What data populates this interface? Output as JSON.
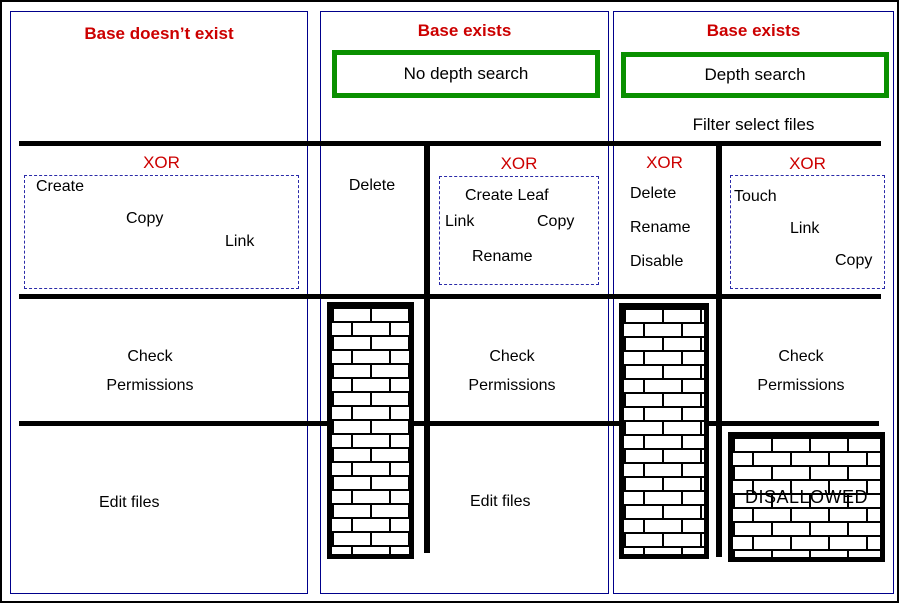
{
  "colors": {
    "title_red": "#cc0000",
    "search_green": "#0a9000",
    "frame_navy": "#00008b",
    "dashed_blue": "#2a2aa8",
    "line_black": "#000000"
  },
  "columns": [
    {
      "title": "Base doesn’t exist",
      "xor": "XOR",
      "actions": [
        "Create",
        "Copy",
        "Link"
      ],
      "check_line1": "Check",
      "check_line2": "Permissions",
      "edit": "Edit files"
    },
    {
      "title": "Base exists",
      "search_mode": "No depth search",
      "delete": "Delete",
      "xor": "XOR",
      "actions": [
        "Create Leaf",
        "Link",
        "Copy",
        "Rename"
      ],
      "check_line1": "Check",
      "check_line2": "Permissions",
      "edit": "Edit files"
    },
    {
      "title": "Base exists",
      "search_mode": "Depth search",
      "filter_note": "Filter select files",
      "left_xor": "XOR",
      "left_actions": [
        "Delete",
        "Rename",
        "Disable"
      ],
      "right_xor": "XOR",
      "right_actions": [
        "Touch",
        "Link",
        "Copy"
      ],
      "check_line1": "Check",
      "check_line2": "Permissions",
      "disallowed": "DISALLOWED"
    }
  ]
}
